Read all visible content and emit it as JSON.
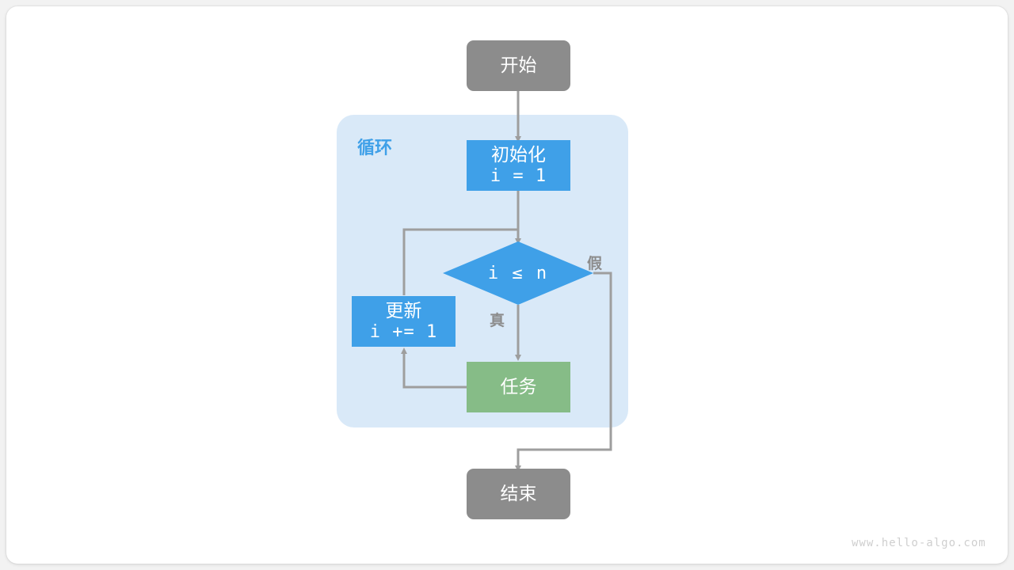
{
  "diagram": {
    "title": "for-loop-flowchart",
    "colors": {
      "terminal": "#8c8c8c",
      "process": "#3fa0e8",
      "task": "#86bc87",
      "loop_container": "#d9e9f8",
      "edge": "#9e9e9e",
      "canvas": "#ffffff",
      "page": "#f2f2f2",
      "watermark": "#cfcfcf"
    },
    "nodes": {
      "start": {
        "label": "开始",
        "type": "terminal"
      },
      "init": {
        "label_cn": "初始化",
        "label_code": "i = 1",
        "type": "process"
      },
      "condition": {
        "label_code": "i ≤ n",
        "type": "decision"
      },
      "update": {
        "label_cn": "更新",
        "label_code": "i += 1",
        "type": "process"
      },
      "task": {
        "label": "任务",
        "type": "task"
      },
      "end": {
        "label": "结束",
        "type": "terminal"
      }
    },
    "container": {
      "label": "循环"
    },
    "edge_labels": {
      "true": "真",
      "false": "假"
    },
    "watermark": "www.hello-algo.com"
  }
}
